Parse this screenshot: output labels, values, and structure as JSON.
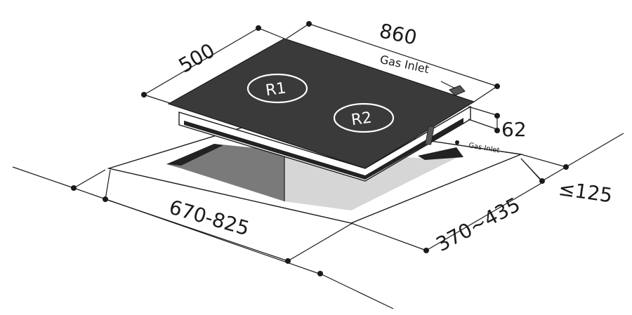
{
  "dimensions": {
    "depth": "500",
    "width": "860",
    "height": "62",
    "clearance": "≤125",
    "cutout_width": "670-825",
    "cutout_depth": "370~435"
  },
  "labels": {
    "gas_inlet_top": "Gas Inlet",
    "gas_inlet_bottom": "Gas Inlet"
  },
  "burners": [
    {
      "label": "R1"
    },
    {
      "label": "R2"
    }
  ],
  "colors": {
    "glass": "#3a3a3a",
    "frame": "#ffffff",
    "cutout_dark": "#2a2a2a",
    "cutout_mid": "#7a7a7a",
    "cutout_light": "#d6d6d6",
    "line": "#1a1a1a"
  }
}
